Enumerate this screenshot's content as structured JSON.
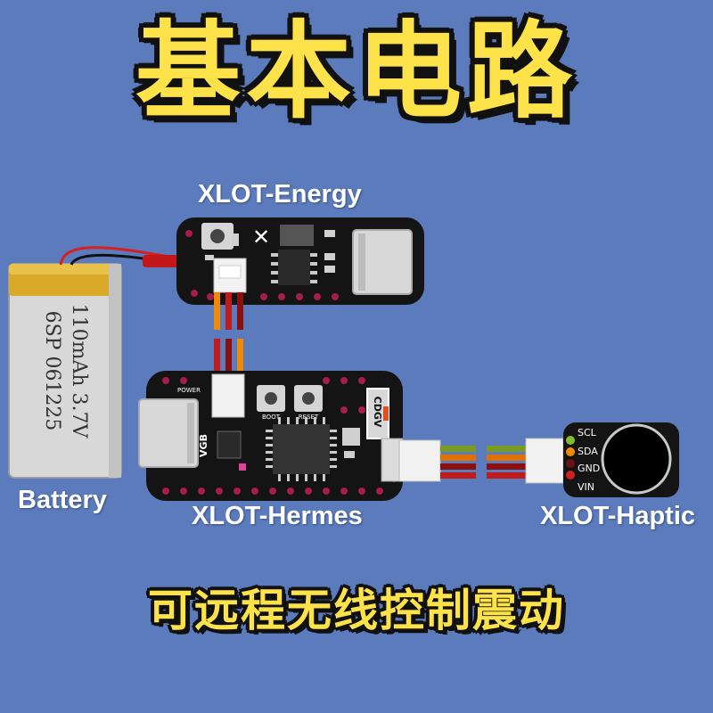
{
  "title": "基本电路",
  "subtitle": "可远程无线控制震动",
  "modules": {
    "energy": "XLOT-Energy",
    "hermes": "XLOT-Hermes",
    "haptic": "XLOT-Haptic",
    "battery": "Battery"
  },
  "battery_print": {
    "line1": "6SP 061225",
    "line2": "110mAh 3.7V"
  },
  "board_silk": {
    "boot": "BOOT",
    "reset": "RESET",
    "power": "POWER",
    "vgb": "VGB",
    "cdgv": "CDGV"
  },
  "haptic_pins": [
    "SCL",
    "SDA",
    "GND",
    "VIN"
  ],
  "colors": {
    "background": "#5b7bbd",
    "accent_yellow": "#fde24a",
    "board": "#141414"
  }
}
